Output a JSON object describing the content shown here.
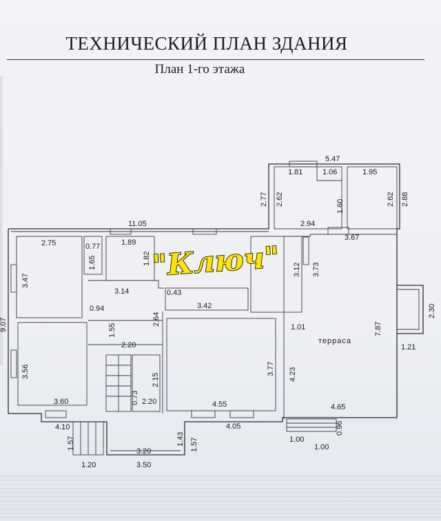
{
  "header": {
    "title": "ТЕХНИЧЕСКИЙ ПЛАН ЗДАНИЯ",
    "subtitle": "План 1-го этажа"
  },
  "logo": {
    "text": "\"Ключ\""
  },
  "labels": {
    "terrace": "терраса"
  },
  "dimensions": {
    "top_annex_width": "5.47",
    "annex_room_a_width": "1.81",
    "annex_room_b_width": "1.06",
    "annex_room_c_width": "1.95",
    "annex_left_height": "2.77",
    "annex_room_a_height": "2.62",
    "annex_room_c_height": "2.62",
    "annex_right_height": "2.88",
    "annex_mid_height": "1.60",
    "annex_bottom_width": "2.94",
    "main_top_width": "11.05",
    "room_tl_width": "2.75",
    "room_tl_small_width": "0.77",
    "room_tl_small_height": "1.65",
    "room_top_mid_width": "1.89",
    "room_top_mid_height": "1.82",
    "room_tl_height": "3.47",
    "hall_width": "3.14",
    "hall_small": "0.43",
    "corridor_width": "3.42",
    "room_right_height_a": "3.12",
    "room_right_height_b": "3.73",
    "terrace_top": "3.67",
    "left_mid": "0.94",
    "stair_height": "1.55",
    "corr_height": "2.64",
    "terrace_depth": "7.87",
    "bay_height": "2.30",
    "bay_width": "1.21",
    "wall_101": "1.01",
    "room_bl_height": "3.56",
    "stair_width": "2.20",
    "living_height": "3.77",
    "terrace_height": "4.23",
    "stair_hall_height": "2.15",
    "stair_step": "0.73",
    "stair_hall_width": "2.20",
    "room_bl_width": "3.60",
    "living_width": "4.55",
    "terrace_width": "4.65",
    "bottom_left": "4.10",
    "living_bottom": "4.05",
    "step_a": "0.96",
    "step_w1": "1.00",
    "step_w2": "1.00",
    "porch_left": "1.57",
    "porch_right_a": "1.43",
    "porch_right_b": "1.57",
    "porch_width": "3.20",
    "porch_outer_left": "1.20",
    "porch_outer": "3.50",
    "side_total": "9.07"
  }
}
